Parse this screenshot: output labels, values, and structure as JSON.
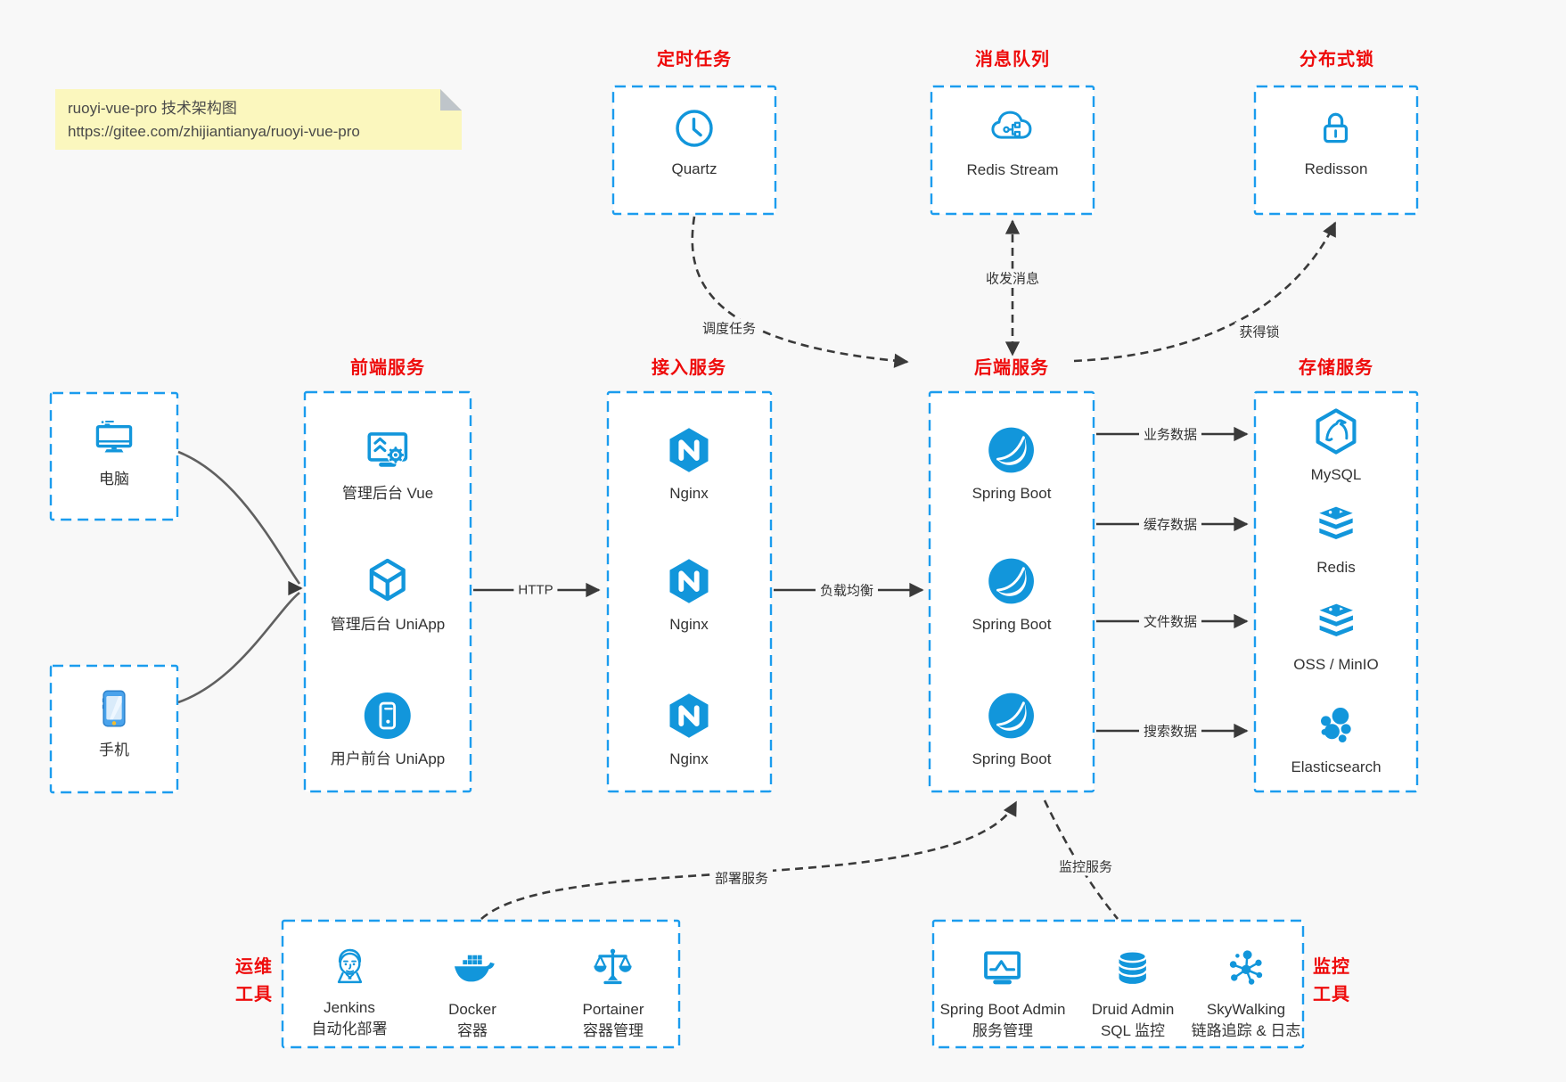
{
  "colors": {
    "accent": "#1296db",
    "border": "#1b9cee",
    "red": "#ee0b0b",
    "text": "#333333",
    "arrow": "#3a3a3a",
    "canvas_bg": "#f8f8f8",
    "note_bg": "#fbf7be"
  },
  "note": {
    "line1": "ruoyi-vue-pro 技术架构图",
    "line2": "https://gitee.com/zhijiantianya/ruoyi-vue-pro"
  },
  "sections": {
    "scheduled": {
      "title": "定时任务",
      "node": {
        "label": "Quartz",
        "icon": "clock-icon"
      }
    },
    "mq": {
      "title": "消息队列",
      "node": {
        "label": "Redis Stream",
        "icon": "cloud-stream-icon"
      }
    },
    "lock": {
      "title": "分布式锁",
      "node": {
        "label": "Redisson",
        "icon": "lock-icon"
      }
    },
    "frontend": {
      "title": "前端服务",
      "nodes": [
        {
          "label": "管理后台 Vue",
          "icon": "admin-vue-icon"
        },
        {
          "label": "管理后台 UniApp",
          "icon": "uniapp-cube-icon"
        },
        {
          "label": "用户前台 UniApp",
          "icon": "mobile-app-icon"
        }
      ]
    },
    "gateway": {
      "title": "接入服务",
      "nodes": [
        {
          "label": "Nginx",
          "icon": "nginx-icon"
        },
        {
          "label": "Nginx",
          "icon": "nginx-icon"
        },
        {
          "label": "Nginx",
          "icon": "nginx-icon"
        }
      ]
    },
    "backend": {
      "title": "后端服务",
      "nodes": [
        {
          "label": "Spring Boot",
          "icon": "spring-icon"
        },
        {
          "label": "Spring Boot",
          "icon": "spring-icon"
        },
        {
          "label": "Spring Boot",
          "icon": "spring-icon"
        }
      ]
    },
    "storage": {
      "title": "存储服务",
      "nodes": [
        {
          "label": "MySQL",
          "icon": "mysql-icon"
        },
        {
          "label": "Redis",
          "icon": "redis-stack-icon"
        },
        {
          "label": "OSS / MinIO",
          "icon": "storage-stack-icon"
        },
        {
          "label": "Elasticsearch",
          "icon": "elasticsearch-icon"
        }
      ]
    },
    "clients": {
      "nodes": [
        {
          "label": "电脑",
          "icon": "desktop-icon"
        },
        {
          "label": "手机",
          "icon": "phone-icon"
        }
      ]
    },
    "ops": {
      "title_lines": [
        "运维",
        "工具"
      ],
      "nodes": [
        {
          "label": "Jenkins",
          "sublabel": "自动化部署",
          "icon": "jenkins-icon"
        },
        {
          "label": "Docker",
          "sublabel": "容器",
          "icon": "docker-icon"
        },
        {
          "label": "Portainer",
          "sublabel": "容器管理",
          "icon": "portainer-icon"
        }
      ]
    },
    "monitoring": {
      "title_lines": [
        "监控",
        "工具"
      ],
      "nodes": [
        {
          "label": "Spring Boot Admin",
          "sublabel": "服务管理",
          "icon": "sba-icon"
        },
        {
          "label": "Druid Admin",
          "sublabel": "SQL 监控",
          "icon": "druid-icon"
        },
        {
          "label": "SkyWalking",
          "sublabel": "链路追踪 & 日志",
          "icon": "skywalking-icon"
        }
      ]
    }
  },
  "edges": {
    "http": "HTTP",
    "load_balance": "负载均衡",
    "biz_data": "业务数据",
    "cache_data": "缓存数据",
    "file_data": "文件数据",
    "search_data": "搜索数据",
    "schedule": "调度任务",
    "messages": "收发消息",
    "acquire_lock": "获得锁",
    "deploy": "部署服务",
    "monitor": "监控服务"
  }
}
